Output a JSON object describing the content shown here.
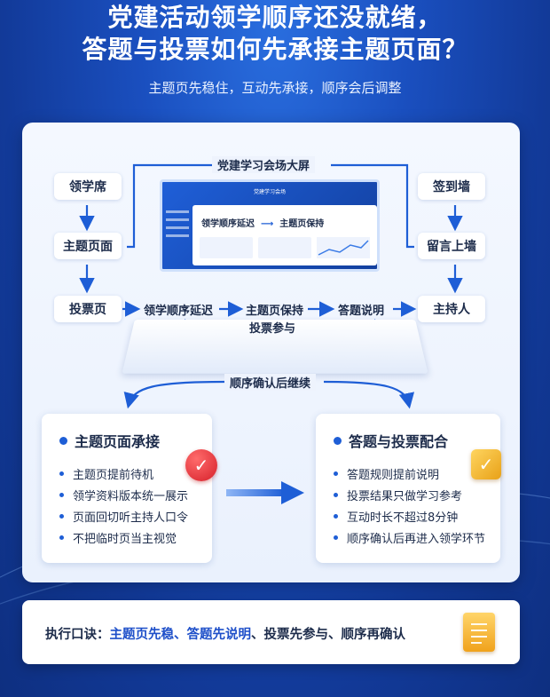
{
  "title": {
    "line1": "党建活动领学顺序还没就绪，",
    "line2": "答题与投票如何先承接主题页面？"
  },
  "subtitle": "主题页先稳住，互动先承接，顺序会后调整",
  "flow": {
    "stage_label": "党建学习会场大屏",
    "screen_title": "党建学习会场",
    "screen_left": "领学顺序延迟",
    "screen_right": "主题页保持",
    "left_nodes": [
      "领学席",
      "主题页面",
      "投票页"
    ],
    "right_nodes": [
      "签到墙",
      "留言上墙",
      "主持人"
    ],
    "row_labels": {
      "step1": "领学顺序延迟",
      "step2": "主题页保持",
      "step2_sub": "投票参与",
      "step3": "答题说明"
    },
    "confirm_label": "顺序确认后继续"
  },
  "cards": {
    "left": {
      "title": "主题页面承接",
      "items": [
        "主题页提前待机",
        "领学资料版本统一展示",
        "页面回切听主持人口令",
        "不把临时页当主视觉"
      ],
      "badge_icon": "check-icon"
    },
    "right": {
      "title": "答题与投票配合",
      "items": [
        "答题规则提前说明",
        "投票结果只做学习参考",
        "互动时长不超过8分钟",
        "顺序确认后再进入领学环节"
      ],
      "badge_icon": "check-icon"
    }
  },
  "footer": {
    "prefix": "执行口诀：",
    "highlight": "主题页先稳、答题先说明",
    "rest": "、投票先参与、顺序再确认",
    "icon": "document-icon"
  },
  "colors": {
    "accent": "#1e5ed6",
    "background": "#1a4fbf",
    "badge_red": "#d6202a",
    "badge_gold": "#f0a21c"
  }
}
